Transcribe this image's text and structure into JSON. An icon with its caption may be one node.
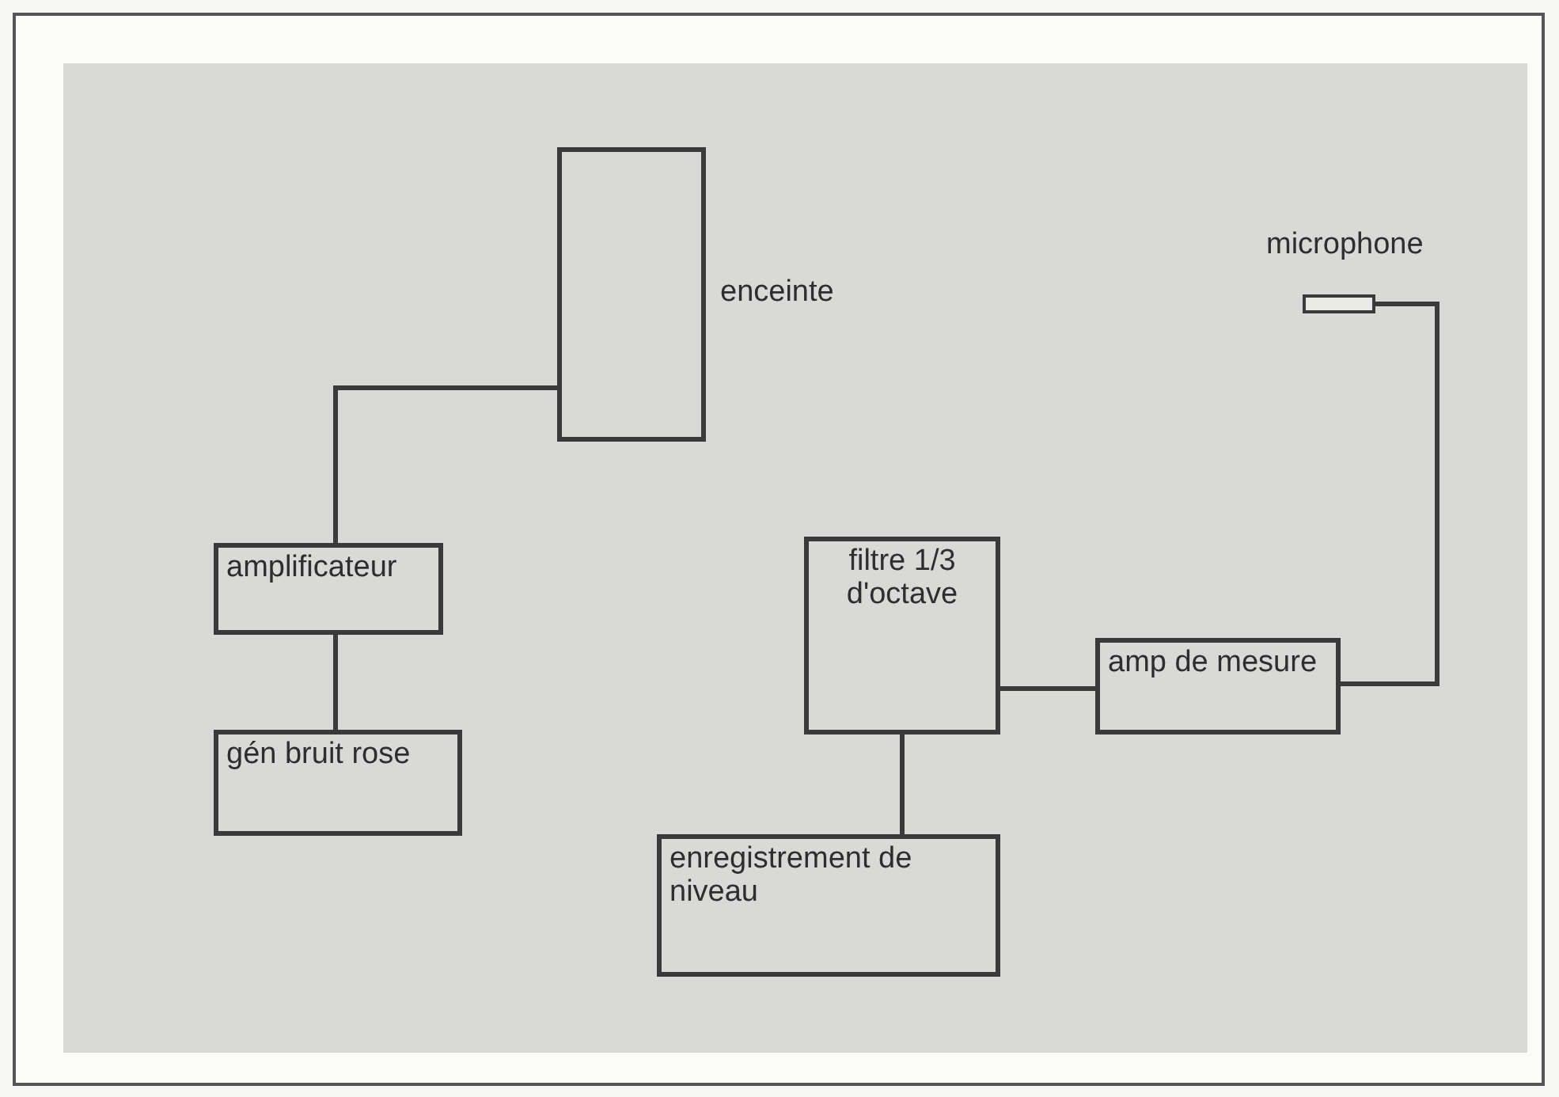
{
  "diagram": {
    "nodes": [
      {
        "text": [],
        "shape": "box",
        "beside": [
          "enceinte"
        ]
      },
      {
        "text": [],
        "shape": "bar",
        "beside": [
          "microphone"
        ]
      },
      {
        "text": [
          "amplificateur"
        ]
      },
      {
        "text": [
          "gén bruit rose"
        ]
      },
      {
        "text": [
          "filtre 1/3 d'octave"
        ]
      },
      {
        "text": [
          "amp de mesure"
        ]
      },
      {
        "text": [
          "enregistrement de niveau"
        ]
      }
    ],
    "edges": [
      {
        "from": 2,
        "to": 0,
        "arrow": "none"
      },
      {
        "from": 3,
        "to": 2,
        "arrow": "none"
      },
      {
        "from": 1,
        "to": 5,
        "arrow": "none"
      },
      {
        "from": 5,
        "to": 4,
        "arrow": "none"
      },
      {
        "from": 4,
        "to": 6,
        "arrow": "none"
      }
    ]
  }
}
